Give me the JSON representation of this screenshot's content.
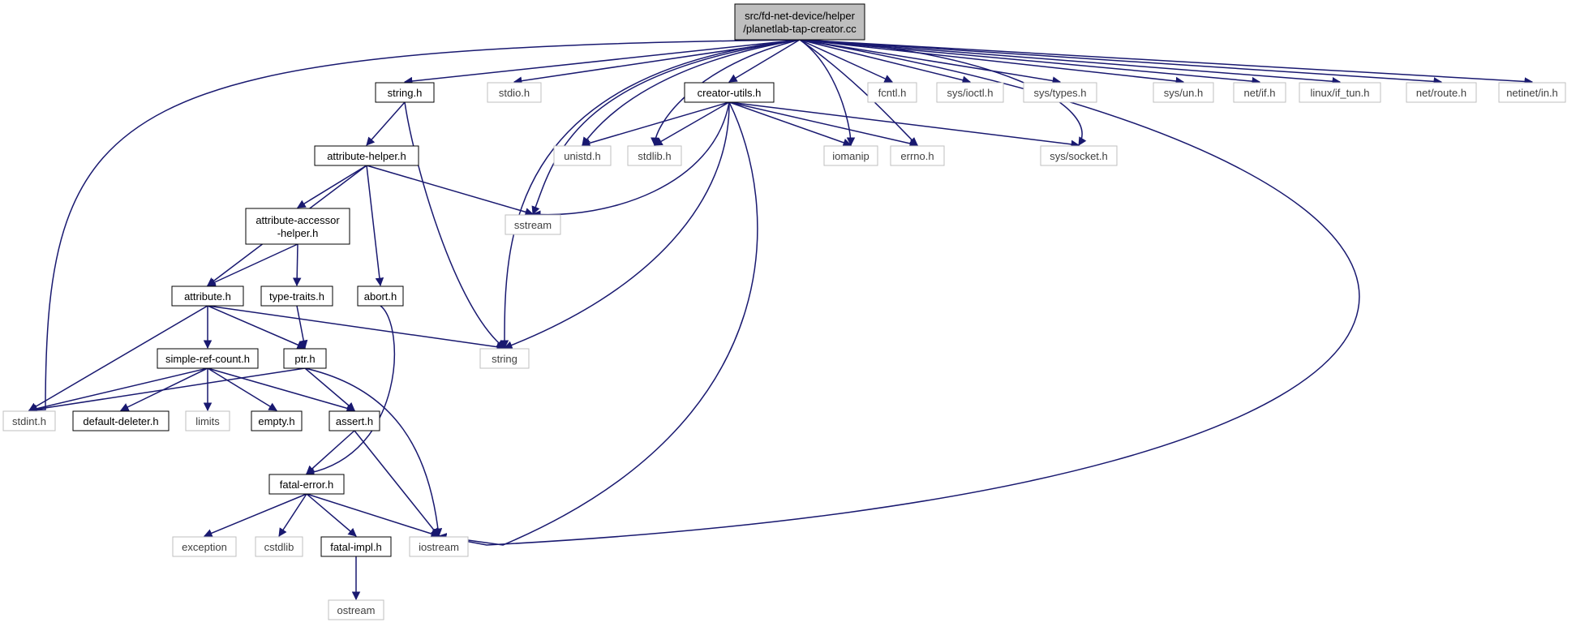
{
  "diagram": {
    "kind": "include-dependency-graph",
    "colors": {
      "edge": "#191970",
      "root_fill": "#bfbfbf",
      "node_border": "#000000",
      "system_header_border": "#bfbfbf",
      "system_header_text": "#3f3f3f",
      "text": "#000000"
    },
    "nodes": [
      {
        "id": "root",
        "lines": [
          "src/fd-net-device/helper",
          "/planetlab-tap-creator.cc"
        ],
        "style": "root"
      },
      {
        "id": "string_h",
        "lines": [
          "string.h"
        ],
        "style": "local"
      },
      {
        "id": "stdio_h",
        "lines": [
          "stdio.h"
        ],
        "style": "system"
      },
      {
        "id": "creator_utils_h",
        "lines": [
          "creator-utils.h"
        ],
        "style": "local"
      },
      {
        "id": "fcntl_h",
        "lines": [
          "fcntl.h"
        ],
        "style": "system"
      },
      {
        "id": "sys_ioctl_h",
        "lines": [
          "sys/ioctl.h"
        ],
        "style": "system"
      },
      {
        "id": "sys_types_h",
        "lines": [
          "sys/types.h"
        ],
        "style": "system"
      },
      {
        "id": "sys_un_h",
        "lines": [
          "sys/un.h"
        ],
        "style": "system"
      },
      {
        "id": "net_if_h",
        "lines": [
          "net/if.h"
        ],
        "style": "system"
      },
      {
        "id": "linux_if_tun_h",
        "lines": [
          "linux/if_tun.h"
        ],
        "style": "system"
      },
      {
        "id": "net_route_h",
        "lines": [
          "net/route.h"
        ],
        "style": "system"
      },
      {
        "id": "netinet_in_h",
        "lines": [
          "netinet/in.h"
        ],
        "style": "system"
      },
      {
        "id": "attribute_helper_h",
        "lines": [
          "attribute-helper.h"
        ],
        "style": "local"
      },
      {
        "id": "unistd_h",
        "lines": [
          "unistd.h"
        ],
        "style": "system"
      },
      {
        "id": "stdlib_h",
        "lines": [
          "stdlib.h"
        ],
        "style": "system"
      },
      {
        "id": "iomanip",
        "lines": [
          "iomanip"
        ],
        "style": "system"
      },
      {
        "id": "errno_h",
        "lines": [
          "errno.h"
        ],
        "style": "system"
      },
      {
        "id": "sys_socket_h",
        "lines": [
          "sys/socket.h"
        ],
        "style": "system"
      },
      {
        "id": "attribute_accessor_helper_h",
        "lines": [
          "attribute-accessor",
          "-helper.h"
        ],
        "style": "local"
      },
      {
        "id": "sstream",
        "lines": [
          "sstream"
        ],
        "style": "system"
      },
      {
        "id": "attribute_h",
        "lines": [
          "attribute.h"
        ],
        "style": "local"
      },
      {
        "id": "type_traits_h",
        "lines": [
          "type-traits.h"
        ],
        "style": "local"
      },
      {
        "id": "abort_h",
        "lines": [
          "abort.h"
        ],
        "style": "local"
      },
      {
        "id": "simple_ref_count_h",
        "lines": [
          "simple-ref-count.h"
        ],
        "style": "local"
      },
      {
        "id": "ptr_h",
        "lines": [
          "ptr.h"
        ],
        "style": "local"
      },
      {
        "id": "string",
        "lines": [
          "string"
        ],
        "style": "system"
      },
      {
        "id": "stdint_h",
        "lines": [
          "stdint.h"
        ],
        "style": "system"
      },
      {
        "id": "default_deleter_h",
        "lines": [
          "default-deleter.h"
        ],
        "style": "local"
      },
      {
        "id": "limits",
        "lines": [
          "limits"
        ],
        "style": "system"
      },
      {
        "id": "empty_h",
        "lines": [
          "empty.h"
        ],
        "style": "local"
      },
      {
        "id": "assert_h",
        "lines": [
          "assert.h"
        ],
        "style": "local"
      },
      {
        "id": "fatal_error_h",
        "lines": [
          "fatal-error.h"
        ],
        "style": "local"
      },
      {
        "id": "exception",
        "lines": [
          "exception"
        ],
        "style": "system"
      },
      {
        "id": "cstdlib",
        "lines": [
          "cstdlib"
        ],
        "style": "system"
      },
      {
        "id": "fatal_impl_h",
        "lines": [
          "fatal-impl.h"
        ],
        "style": "local"
      },
      {
        "id": "iostream",
        "lines": [
          "iostream"
        ],
        "style": "system"
      },
      {
        "id": "ostream",
        "lines": [
          "ostream"
        ],
        "style": "system"
      }
    ],
    "edges": [
      {
        "from": "root",
        "to": "string_h"
      },
      {
        "from": "root",
        "to": "stdio_h"
      },
      {
        "from": "root",
        "to": "creator_utils_h"
      },
      {
        "from": "root",
        "to": "fcntl_h"
      },
      {
        "from": "root",
        "to": "sys_ioctl_h"
      },
      {
        "from": "root",
        "to": "sys_types_h"
      },
      {
        "from": "root",
        "to": "sys_un_h"
      },
      {
        "from": "root",
        "to": "net_if_h"
      },
      {
        "from": "root",
        "to": "linux_if_tun_h"
      },
      {
        "from": "root",
        "to": "net_route_h"
      },
      {
        "from": "root",
        "to": "netinet_in_h"
      },
      {
        "from": "root",
        "to": "unistd_h"
      },
      {
        "from": "root",
        "to": "stdlib_h"
      },
      {
        "from": "root",
        "to": "iomanip"
      },
      {
        "from": "root",
        "to": "errno_h"
      },
      {
        "from": "root",
        "to": "sys_socket_h"
      },
      {
        "from": "root",
        "to": "sstream"
      },
      {
        "from": "root",
        "to": "string"
      },
      {
        "from": "root",
        "to": "stdint_h"
      },
      {
        "from": "root",
        "to": "iostream"
      },
      {
        "from": "string_h",
        "to": "attribute_helper_h"
      },
      {
        "from": "string_h",
        "to": "string"
      },
      {
        "from": "creator_utils_h",
        "to": "unistd_h"
      },
      {
        "from": "creator_utils_h",
        "to": "stdlib_h"
      },
      {
        "from": "creator_utils_h",
        "to": "iomanip"
      },
      {
        "from": "creator_utils_h",
        "to": "errno_h"
      },
      {
        "from": "creator_utils_h",
        "to": "sys_socket_h"
      },
      {
        "from": "creator_utils_h",
        "to": "sstream"
      },
      {
        "from": "creator_utils_h",
        "to": "string"
      },
      {
        "from": "creator_utils_h",
        "to": "iostream"
      },
      {
        "from": "attribute_helper_h",
        "to": "attribute_accessor_helper_h"
      },
      {
        "from": "attribute_helper_h",
        "to": "sstream"
      },
      {
        "from": "attribute_helper_h",
        "to": "attribute_h"
      },
      {
        "from": "attribute_helper_h",
        "to": "abort_h"
      },
      {
        "from": "attribute_accessor_helper_h",
        "to": "attribute_h"
      },
      {
        "from": "attribute_accessor_helper_h",
        "to": "type_traits_h"
      },
      {
        "from": "attribute_h",
        "to": "simple_ref_count_h"
      },
      {
        "from": "attribute_h",
        "to": "ptr_h"
      },
      {
        "from": "attribute_h",
        "to": "string"
      },
      {
        "from": "attribute_h",
        "to": "stdint_h"
      },
      {
        "from": "type_traits_h",
        "to": "ptr_h"
      },
      {
        "from": "abort_h",
        "to": "fatal_error_h"
      },
      {
        "from": "simple_ref_count_h",
        "to": "stdint_h"
      },
      {
        "from": "simple_ref_count_h",
        "to": "default_deleter_h"
      },
      {
        "from": "simple_ref_count_h",
        "to": "limits"
      },
      {
        "from": "simple_ref_count_h",
        "to": "empty_h"
      },
      {
        "from": "simple_ref_count_h",
        "to": "assert_h"
      },
      {
        "from": "ptr_h",
        "to": "stdint_h"
      },
      {
        "from": "ptr_h",
        "to": "assert_h"
      },
      {
        "from": "ptr_h",
        "to": "iostream"
      },
      {
        "from": "assert_h",
        "to": "fatal_error_h"
      },
      {
        "from": "assert_h",
        "to": "iostream"
      },
      {
        "from": "fatal_error_h",
        "to": "exception"
      },
      {
        "from": "fatal_error_h",
        "to": "cstdlib"
      },
      {
        "from": "fatal_error_h",
        "to": "fatal_impl_h"
      },
      {
        "from": "fatal_error_h",
        "to": "iostream"
      },
      {
        "from": "fatal_impl_h",
        "to": "ostream"
      }
    ]
  }
}
